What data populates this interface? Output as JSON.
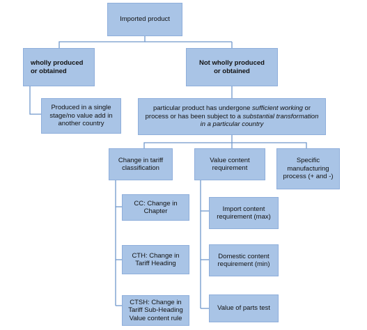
{
  "nodes": {
    "imported_product": "Imported product",
    "wholly_produced": "wholly produced or obtained",
    "not_wholly_produced": "Not wholly produced or obtained",
    "single_stage": "Produced in a single stage/no value add in another country",
    "particular_product": {
      "part1": "particular product has undergone ",
      "part2_italic": "sufficient working",
      "part3": " or process  or has been subject to a ",
      "part4_italic": "substantial transformation in a particular country"
    },
    "change_tariff": "Change in tariff classification",
    "value_content": "Value content requirement",
    "specific_process": "Specific manufacturing process (+ and -)",
    "cc": "CC: Change in Chapter",
    "cth": "CTH: Change in Tariff Heading",
    "ctsh": "CTSH: Change in Tariff Sub-Heading Value content rule",
    "import_content": "Import content requirement (max)",
    "domestic_content": "Domestic content requirement (min)",
    "parts_test": "Value of parts test"
  },
  "colors": {
    "box_fill": "#a9c4e6",
    "box_border": "#8eaedb",
    "connector": "#6f97cb"
  }
}
